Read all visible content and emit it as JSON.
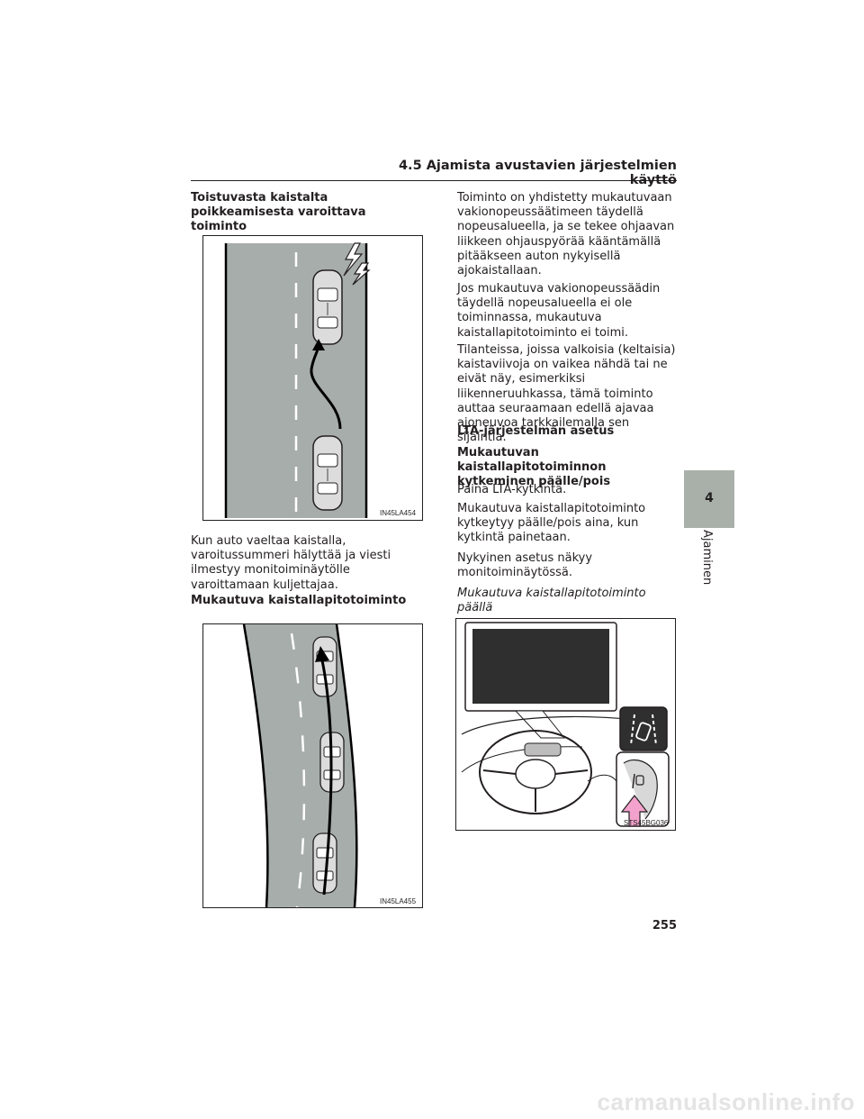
{
  "header": {
    "title": "4.5 Ajamista avustavien järjestelmien käyttö"
  },
  "left": {
    "heading1": "Toistuvasta kaistalta poikkeamisesta varoittava toiminto",
    "fig1_label": "IN45LA454",
    "para1": "Kun auto vaeltaa kaistalla, varoitussummeri hälyttää ja viesti ilmestyy monitoiminäytölle varoittamaan kuljettajaa.",
    "heading2": "Mukautuva kaistallapitotoiminto",
    "fig2_label": "IN45LA455"
  },
  "right": {
    "para1": "Toiminto on yhdistetty mukautuvaan vakionopeussäätimeen täydellä nopeusalueella, ja se tekee ohjaavan liikkeen ohjauspyörää kääntämällä pitääkseen auton nykyisellä ajokaistallaan.",
    "para2": "Jos mukautuva vakionopeussäädin täydellä nopeusalueella ei ole toiminnassa, mukautuva kaistallapitotoiminto ei toimi.",
    "para3": "Tilanteissa, joissa valkoisia (keltaisia) kaistaviivoja on vaikea nähdä tai ne eivät näy, esimerkiksi liikenneruuhkassa, tämä toiminto auttaa seuraamaan edellä ajavaa ajoneuvoa tarkkailemalla sen sijaintia.",
    "heading3": "LTA-järjestelmän asetus",
    "heading4": "Mukautuvan kaistallapitotoiminnon kytkeminen päälle/pois",
    "para4": "Paina LTA-kytkintä.",
    "para5": "Mukautuva kaistallapitotoiminto kytkeytyy päälle/pois aina, kun kytkintä painetaan.",
    "para6": "Nykyinen asetus näkyy monitoiminäytössä.",
    "caption": "Mukautuva kaistallapitotoiminto päällä",
    "fig3_label": "STS45BG036"
  },
  "side_tab": {
    "number": "4",
    "label": "Ajaminen"
  },
  "page_number": "255",
  "watermark": "carmanualsonline.info",
  "colors": {
    "road": "#a7adab",
    "tab": "#a9b0aa",
    "arrow_pink": "#f2a2cc",
    "screen": "#2f2f2f"
  }
}
